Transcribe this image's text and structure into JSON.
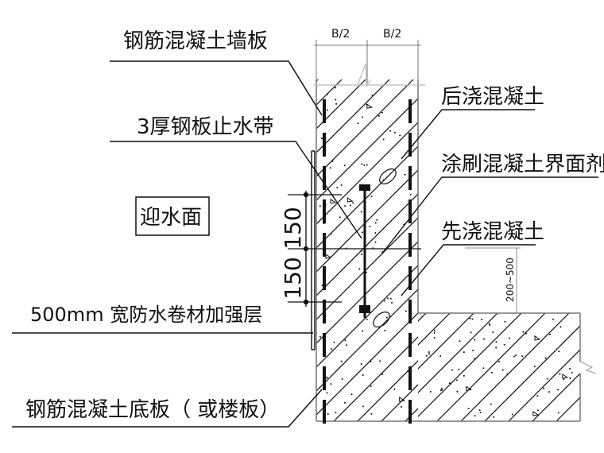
{
  "drawing": {
    "title": "Post-cast strip waterproofing detail",
    "labels": {
      "wall": "钢筋混凝土墙板",
      "steel_waterstop": "3厚钢板止水带",
      "water_face": "迎水面",
      "membrane": "500mm 宽防水卷材加强层",
      "base_slab": "钢筋混凝土底板（ 或楼板）",
      "post_cast": "后浇混凝土",
      "interface_agent": "涂刷混凝土界面剂",
      "pre_cast": "先浇混凝土"
    },
    "dimensions": {
      "half_width_left": "B/2",
      "half_width_right": "B/2",
      "upper_150": "150",
      "lower_150": "150",
      "step_height": "200~500"
    },
    "colors": {
      "line": "#111111",
      "light_line": "#9a9a9a",
      "background": "#ffffff"
    }
  }
}
